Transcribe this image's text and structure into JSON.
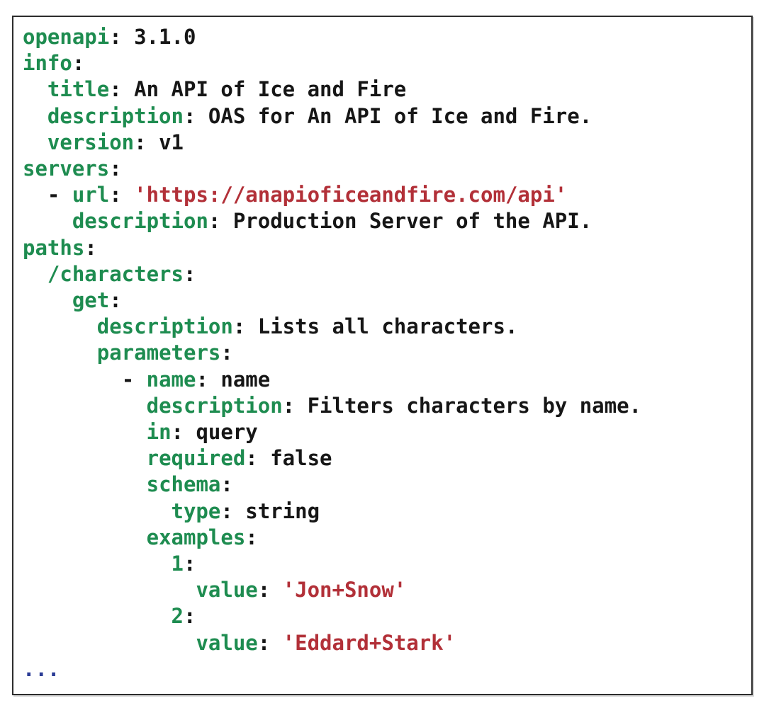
{
  "listing": {
    "language": "yaml",
    "colors": {
      "key": "#1e8c50",
      "plain": "#161616",
      "string": "#b23038",
      "docend": "#2b3c96",
      "border": "#2c2c2c",
      "background": "#ffffff"
    },
    "lines": [
      {
        "tokens": [
          [
            "k",
            "openapi"
          ],
          [
            "p",
            ": "
          ],
          [
            "v",
            "3.1.0"
          ]
        ]
      },
      {
        "tokens": [
          [
            "k",
            "info"
          ],
          [
            "p",
            ":"
          ]
        ]
      },
      {
        "tokens": [
          [
            "sp",
            "  "
          ],
          [
            "k",
            "title"
          ],
          [
            "p",
            ": "
          ],
          [
            "v",
            "An API of Ice and Fire"
          ]
        ]
      },
      {
        "tokens": [
          [
            "sp",
            "  "
          ],
          [
            "k",
            "description"
          ],
          [
            "p",
            ": "
          ],
          [
            "v",
            "OAS for An API of Ice and Fire."
          ]
        ]
      },
      {
        "tokens": [
          [
            "sp",
            "  "
          ],
          [
            "k",
            "version"
          ],
          [
            "p",
            ": "
          ],
          [
            "v",
            "v1"
          ]
        ]
      },
      {
        "tokens": [
          [
            "k",
            "servers"
          ],
          [
            "p",
            ":"
          ]
        ]
      },
      {
        "tokens": [
          [
            "sp",
            "  "
          ],
          [
            "p",
            "- "
          ],
          [
            "k",
            "url"
          ],
          [
            "p",
            ": "
          ],
          [
            "str",
            "'https://anapioficeandfire.com/api'"
          ]
        ]
      },
      {
        "tokens": [
          [
            "sp",
            "    "
          ],
          [
            "k",
            "description"
          ],
          [
            "p",
            ": "
          ],
          [
            "v",
            "Production Server of the API."
          ]
        ]
      },
      {
        "tokens": [
          [
            "k",
            "paths"
          ],
          [
            "p",
            ":"
          ]
        ]
      },
      {
        "tokens": [
          [
            "sp",
            "  "
          ],
          [
            "k",
            "/characters"
          ],
          [
            "p",
            ":"
          ]
        ]
      },
      {
        "tokens": [
          [
            "sp",
            "    "
          ],
          [
            "k",
            "get"
          ],
          [
            "p",
            ":"
          ]
        ]
      },
      {
        "tokens": [
          [
            "sp",
            "      "
          ],
          [
            "k",
            "description"
          ],
          [
            "p",
            ": "
          ],
          [
            "v",
            "Lists all characters."
          ]
        ]
      },
      {
        "tokens": [
          [
            "sp",
            "      "
          ],
          [
            "k",
            "parameters"
          ],
          [
            "p",
            ":"
          ]
        ]
      },
      {
        "tokens": [
          [
            "sp",
            "        "
          ],
          [
            "p",
            "- "
          ],
          [
            "k",
            "name"
          ],
          [
            "p",
            ": "
          ],
          [
            "v",
            "name"
          ]
        ]
      },
      {
        "tokens": [
          [
            "sp",
            "          "
          ],
          [
            "k",
            "description"
          ],
          [
            "p",
            ": "
          ],
          [
            "v",
            "Filters characters by name."
          ]
        ]
      },
      {
        "tokens": [
          [
            "sp",
            "          "
          ],
          [
            "k",
            "in"
          ],
          [
            "p",
            ": "
          ],
          [
            "v",
            "query"
          ]
        ]
      },
      {
        "tokens": [
          [
            "sp",
            "          "
          ],
          [
            "k",
            "required"
          ],
          [
            "p",
            ": "
          ],
          [
            "v",
            "false"
          ]
        ]
      },
      {
        "tokens": [
          [
            "sp",
            "          "
          ],
          [
            "k",
            "schema"
          ],
          [
            "p",
            ":"
          ]
        ]
      },
      {
        "tokens": [
          [
            "sp",
            "            "
          ],
          [
            "k",
            "type"
          ],
          [
            "p",
            ": "
          ],
          [
            "v",
            "string"
          ]
        ]
      },
      {
        "tokens": [
          [
            "sp",
            "          "
          ],
          [
            "k",
            "examples"
          ],
          [
            "p",
            ":"
          ]
        ]
      },
      {
        "tokens": [
          [
            "sp",
            "            "
          ],
          [
            "k",
            "1"
          ],
          [
            "p",
            ":"
          ]
        ]
      },
      {
        "tokens": [
          [
            "sp",
            "              "
          ],
          [
            "k",
            "value"
          ],
          [
            "p",
            ": "
          ],
          [
            "str",
            "'Jon+Snow'"
          ]
        ]
      },
      {
        "tokens": [
          [
            "sp",
            "            "
          ],
          [
            "k",
            "2"
          ],
          [
            "p",
            ":"
          ]
        ]
      },
      {
        "tokens": [
          [
            "sp",
            "              "
          ],
          [
            "k",
            "value"
          ],
          [
            "p",
            ": "
          ],
          [
            "str",
            "'Eddard+Stark'"
          ]
        ]
      },
      {
        "tokens": [
          [
            "end",
            "..."
          ]
        ]
      }
    ]
  }
}
